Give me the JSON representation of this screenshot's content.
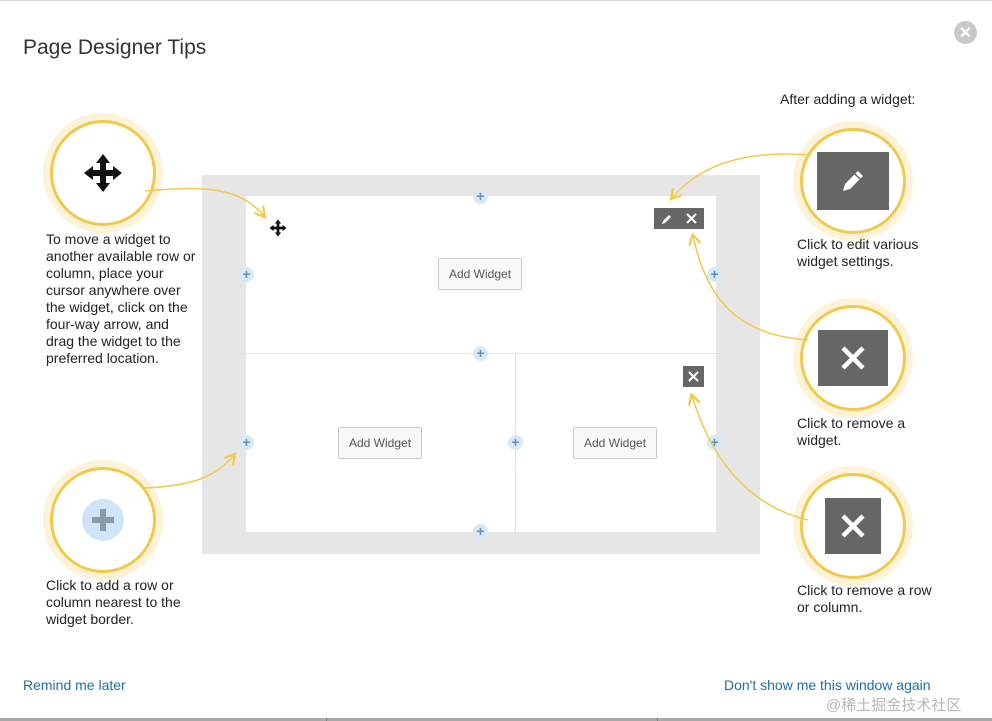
{
  "dialog": {
    "title": "Page Designer Tips",
    "close_icon": "close-circle-icon"
  },
  "tips": {
    "move": "To move a widget to another available row or column, place your cursor anywhere over the widget, click on the four-way arrow, and drag the widget to the preferred location.",
    "add_row": "Click to add a row or column nearest to the widget border.",
    "after_adding": "After adding a widget:",
    "edit": "Click to edit various widget settings.",
    "remove_widget": "Click to remove a widget.",
    "remove_row": "Click to remove a row or column."
  },
  "mockup": {
    "add_widget_label": "Add Widget"
  },
  "footer": {
    "remind_later": "Remind me later",
    "dont_show": "Don't show me this window again"
  },
  "watermark": "@稀土掘金技术社区",
  "colors": {
    "accent_ring": "#f2c94c",
    "ring_glow": "#fdf3d8",
    "icon_box": "#666666",
    "plus_circle": "#d6e9f8",
    "link": "#1d6fa5"
  },
  "icons": [
    "move-icon",
    "plus-icon",
    "pencil-icon",
    "close-icon",
    "close-circle-icon"
  ]
}
